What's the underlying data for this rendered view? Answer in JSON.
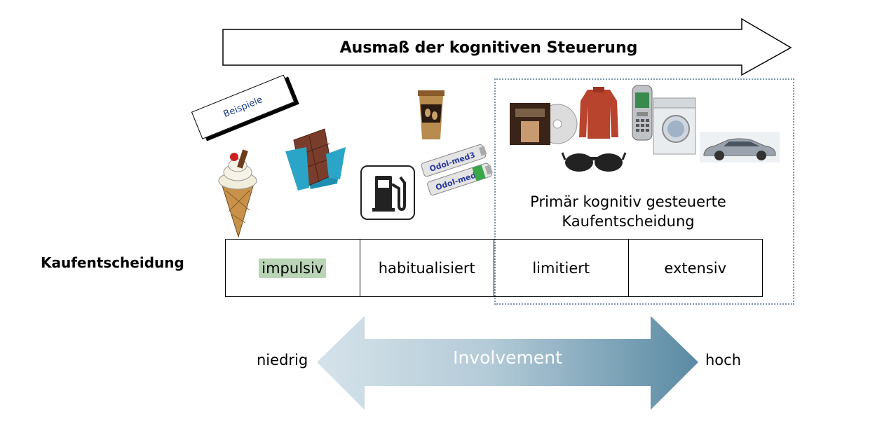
{
  "header_arrow": {
    "label": "Ausmaß der kognitiven Steuerung"
  },
  "examples_tag": {
    "label": "Beispiele"
  },
  "decision_row": {
    "label": "Kaufentscheidung",
    "cells": [
      "impulsiv",
      "habitualisiert",
      "limitiert",
      "extensiv"
    ],
    "highlighted_cell": "impulsiv"
  },
  "cognitive_group": {
    "label_line1": "Primär kognitiv gesteuerte",
    "label_line2": "Kaufentscheidung"
  },
  "involvement_axis": {
    "label": "Involvement",
    "low": "niedrig",
    "high": "hoch"
  },
  "examples": {
    "impulsiv": [
      "ice-cream-icon",
      "chocolate-icon"
    ],
    "habitualisiert": [
      "gas-pump-icon",
      "coffee-cup-icon",
      "toothpaste-icon"
    ],
    "limitiert_extensiv": [
      "cd-icon",
      "sweater-icon",
      "mobile-phone-icon",
      "washing-machine-icon",
      "car-icon",
      "sunglasses-icon"
    ]
  },
  "product_text": {
    "toothpaste_brand": "Odol-med3"
  },
  "colors": {
    "involvement_light": "#d5e3ea",
    "involvement_dark": "#5a8aa3",
    "highlight": "#b9d5b6",
    "frame": "#7896ad",
    "tag_text": "#1a3d8f"
  }
}
